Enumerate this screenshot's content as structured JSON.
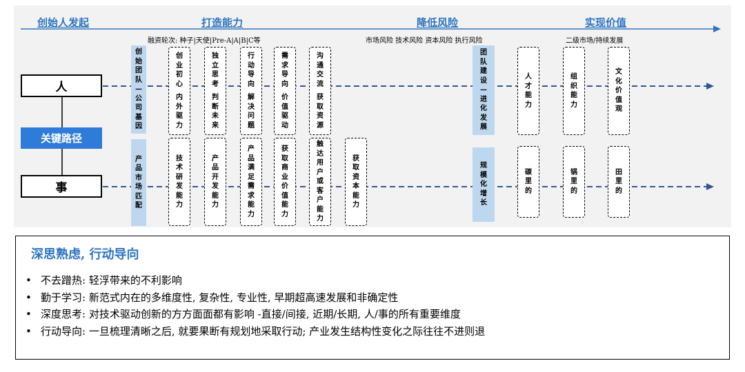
{
  "phases": [
    "创始人发起",
    "打造能力",
    "降低风险",
    "实现价值"
  ],
  "sub_labels": {
    "financing": "融资轮次: 种子|天使|Pre-A|A|B|C等",
    "risks": "市场风险  技术风险  资本风险  执行风险",
    "markets": "二级市场/持续发展"
  },
  "left_boxes": {
    "person": "人",
    "key_path": "关键路径",
    "matter": "事"
  },
  "row1": [
    {
      "text": "创始团队—公司基因",
      "style": "blue"
    },
    {
      "text": "创业初心",
      "text2": "内外驱力",
      "style": "dash"
    },
    {
      "text": "独立思考",
      "text2": "判断未来",
      "style": "dash"
    },
    {
      "text": "行动导向",
      "text2": "解决问题",
      "style": "dash"
    },
    {
      "text": "需求导向",
      "text2": "价值驱动",
      "style": "dash"
    },
    {
      "text": "沟通交流",
      "text2": "获取资源",
      "style": "dash"
    },
    {
      "text": "团队建设—进化发展",
      "style": "blue"
    },
    {
      "text": "人才能力",
      "style": "dash"
    },
    {
      "text": "组织能力",
      "style": "dash"
    },
    {
      "text": "文化价值观",
      "style": "dash"
    }
  ],
  "row2": [
    {
      "text": "产品市场匹配",
      "style": "blue"
    },
    {
      "text": "技术研发能力",
      "style": "dash"
    },
    {
      "text": "产品开发能力",
      "style": "dash"
    },
    {
      "text": "产品满足需求能力",
      "style": "dash"
    },
    {
      "text": "获取商业价值能力",
      "style": "dash"
    },
    {
      "text": "触达用户或客户能力",
      "style": "dash"
    },
    {
      "text": "获取资本能力",
      "style": "dash"
    },
    {
      "text": "规模化增长",
      "style": "blue"
    },
    {
      "text": "碳里的",
      "style": "dash"
    },
    {
      "text": "锅里的",
      "style": "dash"
    },
    {
      "text": "田里的",
      "style": "dash"
    }
  ],
  "summary": {
    "title": "深思熟虑, 行动导向",
    "bullet_symbol": "•",
    "bullets": [
      "不去蹭热: 轻浮带来的不利影响",
      "勤于学习: 新范式内在的多维度性, 复杂性, 专业性, 早期超高速发展和非确定性",
      "深度思考: 对技术驱动创新的方方面面都有影响 -直接/间接, 近期/长期, 人/事的所有重要维度",
      "行动导向: 一旦梳理清晰之后, 就要果断有规划地采取行动; 产业发生结构性变化之际往往不进则退"
    ]
  },
  "colors": {
    "accent": "#2e74c0",
    "key_path_bg": "#2f7bd9",
    "light_blue": "#bdd7ee",
    "panel_bg": "#f2f2f2",
    "dash_line": "#2f5597"
  }
}
